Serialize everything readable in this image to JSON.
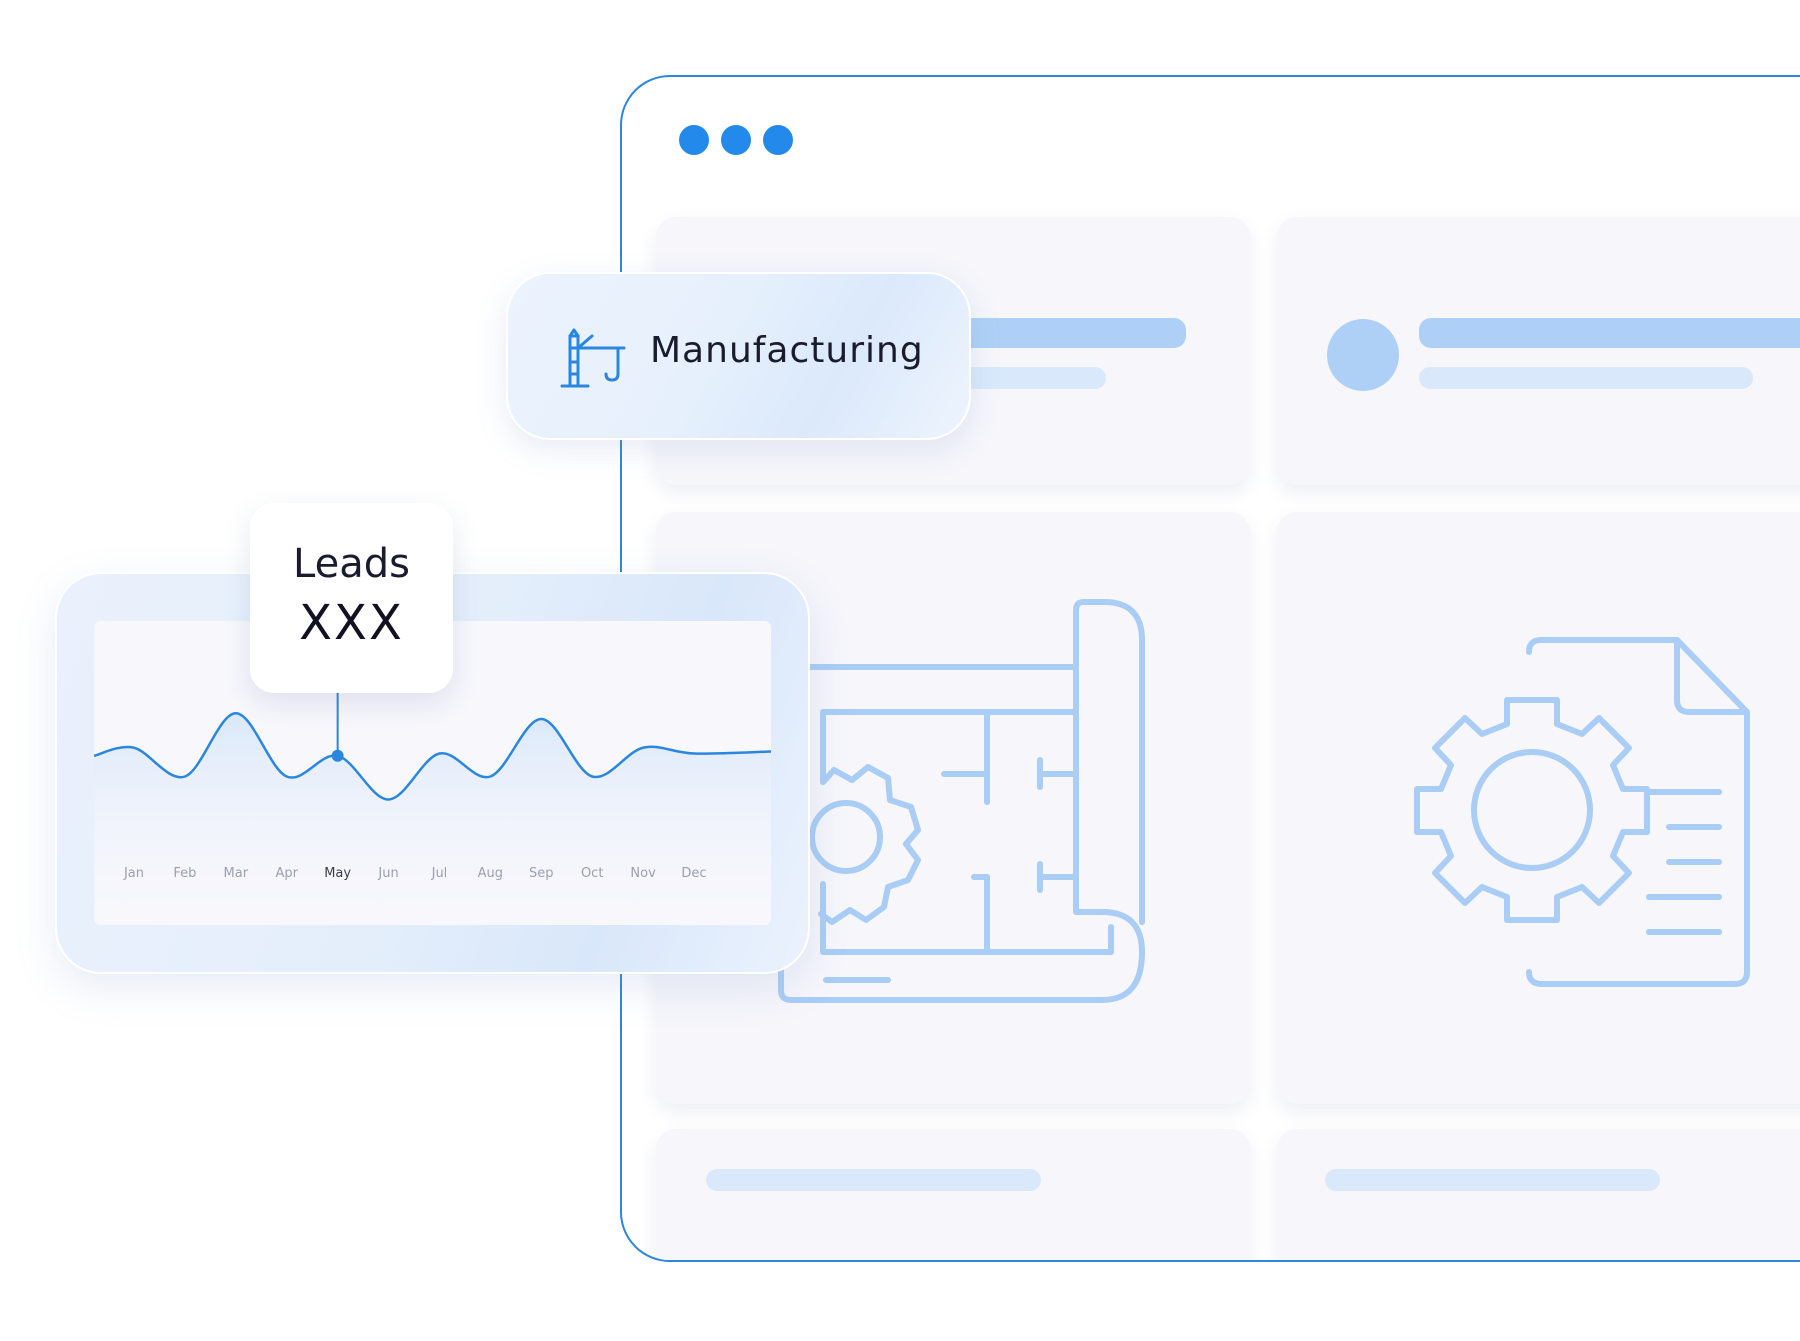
{
  "window": {
    "dots_color": "#2389ea",
    "border_color": "#2b86e0"
  },
  "industry": {
    "label": "Manufacturing",
    "icon": "crane-icon"
  },
  "leads": {
    "title": "Leads",
    "value": "XXX"
  },
  "chart_data": {
    "type": "line",
    "categories": [
      "Jan",
      "Feb",
      "Mar",
      "Apr",
      "May",
      "Jun",
      "Jul",
      "Aug",
      "Sep",
      "Oct",
      "Nov",
      "Dec"
    ],
    "highlight": "May",
    "series": [
      {
        "values": [
          0.55,
          0.3,
          0.85,
          0.3,
          0.48,
          0.1,
          0.5,
          0.3,
          0.8,
          0.3,
          0.55,
          0.5
        ]
      }
    ],
    "line_color": "#2b86e0",
    "label_color": "#9aa0ad",
    "highlight_label_color": "#3a3d4a"
  },
  "cards": {
    "blueprint_icon": "blueprint-gear-icon",
    "document_icon": "gear-document-icon"
  }
}
